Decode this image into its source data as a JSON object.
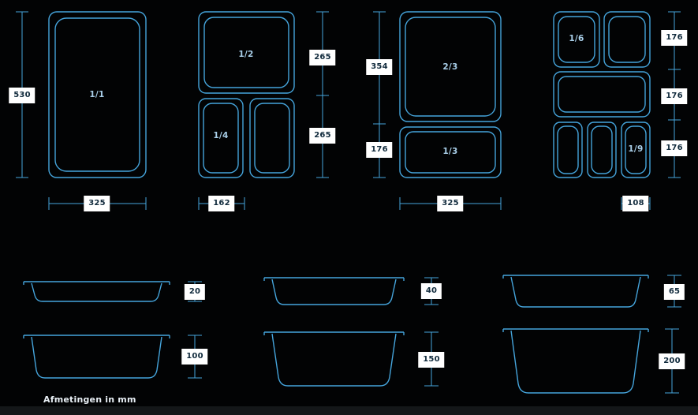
{
  "colors": {
    "background": "#020304",
    "line": "#45a4db",
    "label_bg": "#ffffff",
    "label_text": "#102a3c",
    "pan_label": "#a9cfe9",
    "note_text": "#e8eff5"
  },
  "top_views": {
    "gn_1_1": {
      "label": "1/1",
      "height_mm": "530",
      "width_mm": "325"
    },
    "gn_1_2": {
      "label_half": "1/2",
      "label_quarter": "1/4",
      "height_top_mm": "265",
      "height_bottom_mm": "265",
      "width_mm": "162"
    },
    "gn_2_3": {
      "label_top": "2/3",
      "label_bottom": "1/3",
      "height_top_mm": "354",
      "height_bottom_mm": "176",
      "width_mm": "325"
    },
    "gn_1_6": {
      "label_sixth": "1/6",
      "label_ninth": "1/9",
      "height_row1_mm": "176",
      "height_row2_mm": "176",
      "height_row3_mm": "176",
      "width_mm": "108"
    }
  },
  "side_views": {
    "depths_mm": [
      "20",
      "40",
      "65",
      "100",
      "150",
      "200"
    ]
  },
  "footer": {
    "note": "Afmetingen in mm"
  }
}
